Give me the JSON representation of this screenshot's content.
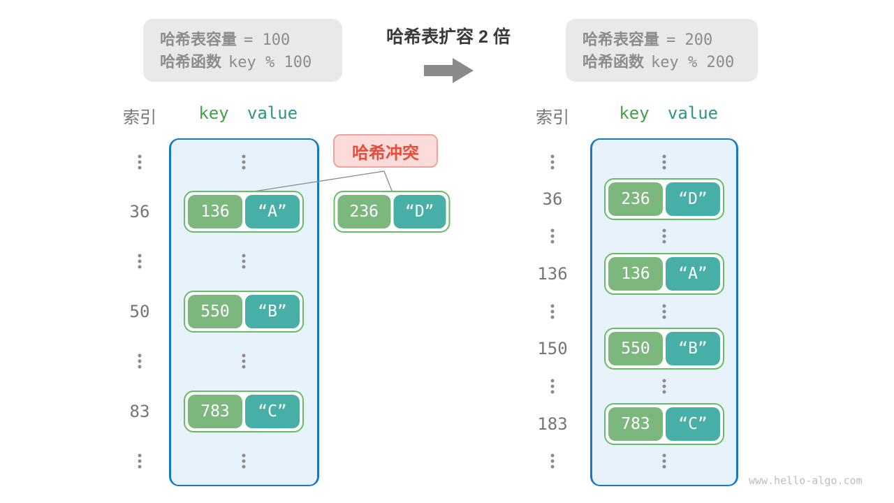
{
  "header": {
    "left_box": {
      "line1_label": "哈希表容量",
      "line1_value": "= 100",
      "line2_label": "哈希函数",
      "line2_value": "key % 100"
    },
    "title": "哈希表扩容 2 倍",
    "right_box": {
      "line1_label": "哈希表容量",
      "line1_value": "= 200",
      "line2_label": "哈希函数",
      "line2_value": "key % 200"
    }
  },
  "collision": {
    "label": "哈希冲突",
    "pair": {
      "key": "236",
      "value": "“D”"
    }
  },
  "left_table": {
    "headers": {
      "index": "索引",
      "key": "key",
      "value": "value"
    },
    "rows": [
      {
        "type": "ellipsis"
      },
      {
        "type": "entry",
        "index": "36",
        "key": "136",
        "value": "“A”"
      },
      {
        "type": "ellipsis"
      },
      {
        "type": "entry",
        "index": "50",
        "key": "550",
        "value": "“B”"
      },
      {
        "type": "ellipsis"
      },
      {
        "type": "entry",
        "index": "83",
        "key": "783",
        "value": "“C”"
      },
      {
        "type": "ellipsis"
      }
    ]
  },
  "right_table": {
    "headers": {
      "index": "索引",
      "key": "key",
      "value": "value"
    },
    "rows": [
      {
        "type": "ellipsis"
      },
      {
        "type": "entry",
        "index": "36",
        "key": "236",
        "value": "“D”"
      },
      {
        "type": "ellipsis"
      },
      {
        "type": "entry",
        "index": "136",
        "key": "136",
        "value": "“A”"
      },
      {
        "type": "ellipsis"
      },
      {
        "type": "entry",
        "index": "150",
        "key": "550",
        "value": "“B”"
      },
      {
        "type": "ellipsis"
      },
      {
        "type": "entry",
        "index": "183",
        "key": "783",
        "value": "“C”"
      },
      {
        "type": "ellipsis"
      }
    ]
  },
  "watermark": "www.hello-algo.com",
  "colors": {
    "infobox_bg": "#e9e9e9",
    "infobox_text": "#8c8c8c",
    "title_text": "#3a3a3a",
    "arrow": "#8a8a8a",
    "index_text": "#757575",
    "header_key": "#43a047",
    "header_value": "#2e9488",
    "container_bg": "#e8f2fb",
    "container_border": "#1778c8",
    "pair_border": "#62c062",
    "key_bg": "#7cb77e",
    "value_bg": "#48afa7",
    "collision_bg": "#fbdcda",
    "collision_border": "#f2a19a",
    "collision_text": "#e74c3c",
    "dots": "#8c8c8c",
    "connector": "#888888",
    "watermark": "#bdbdbd"
  }
}
